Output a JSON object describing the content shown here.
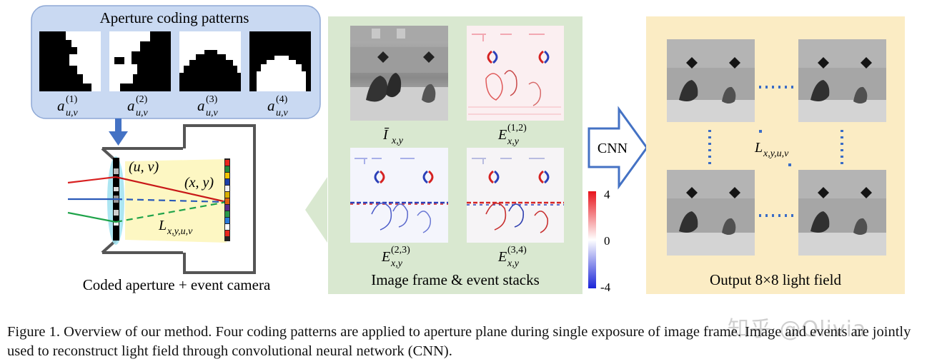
{
  "figure": {
    "panel_aperture": {
      "title": "Aperture coding patterns",
      "pattern_labels": [
        "a",
        "a",
        "a",
        "a"
      ],
      "pattern_subscripts": [
        "u,v",
        "u,v",
        "u,v",
        "u,v"
      ],
      "pattern_superscripts": [
        "(1)",
        "(2)",
        "(3)",
        "(4)"
      ]
    },
    "camera": {
      "uv_label": "(u, v)",
      "xy_label": "(x, y)",
      "lf_label": "L",
      "lf_subscript": "x,y,u,v",
      "caption": "Coded aperture + event camera"
    },
    "panel_events": {
      "frame_label": "Ī",
      "frame_subscript": "x,y",
      "event_label": "E",
      "event_subscripts": [
        "x,y",
        "x,y",
        "x,y"
      ],
      "event_superscripts": [
        "(1,2)",
        "(2,3)",
        "(3,4)"
      ],
      "caption": "Image frame & event stacks",
      "colorbar_ticks": [
        "4",
        "0",
        "-4"
      ]
    },
    "network": {
      "label": "CNN"
    },
    "panel_output": {
      "lf_label": "L",
      "lf_subscript": "x,y,u,v",
      "caption": "Output 8×8 light field"
    }
  },
  "caption": "Figure 1. Overview of our method. Four coding patterns are applied to aperture plane during single exposure of image frame. Image and events are jointly used to reconstruct light field through convolutional neural network (CNN).",
  "watermark": "知乎 @Olivia",
  "colors": {
    "aperture_bg": "#c9d9f2",
    "aperture_border": "#8fa9d6",
    "events_bg": "#d9e8d0",
    "output_bg": "#fbecc4",
    "arrow_blue": "#4472c4",
    "dot_blue": "#3a6cc6"
  }
}
